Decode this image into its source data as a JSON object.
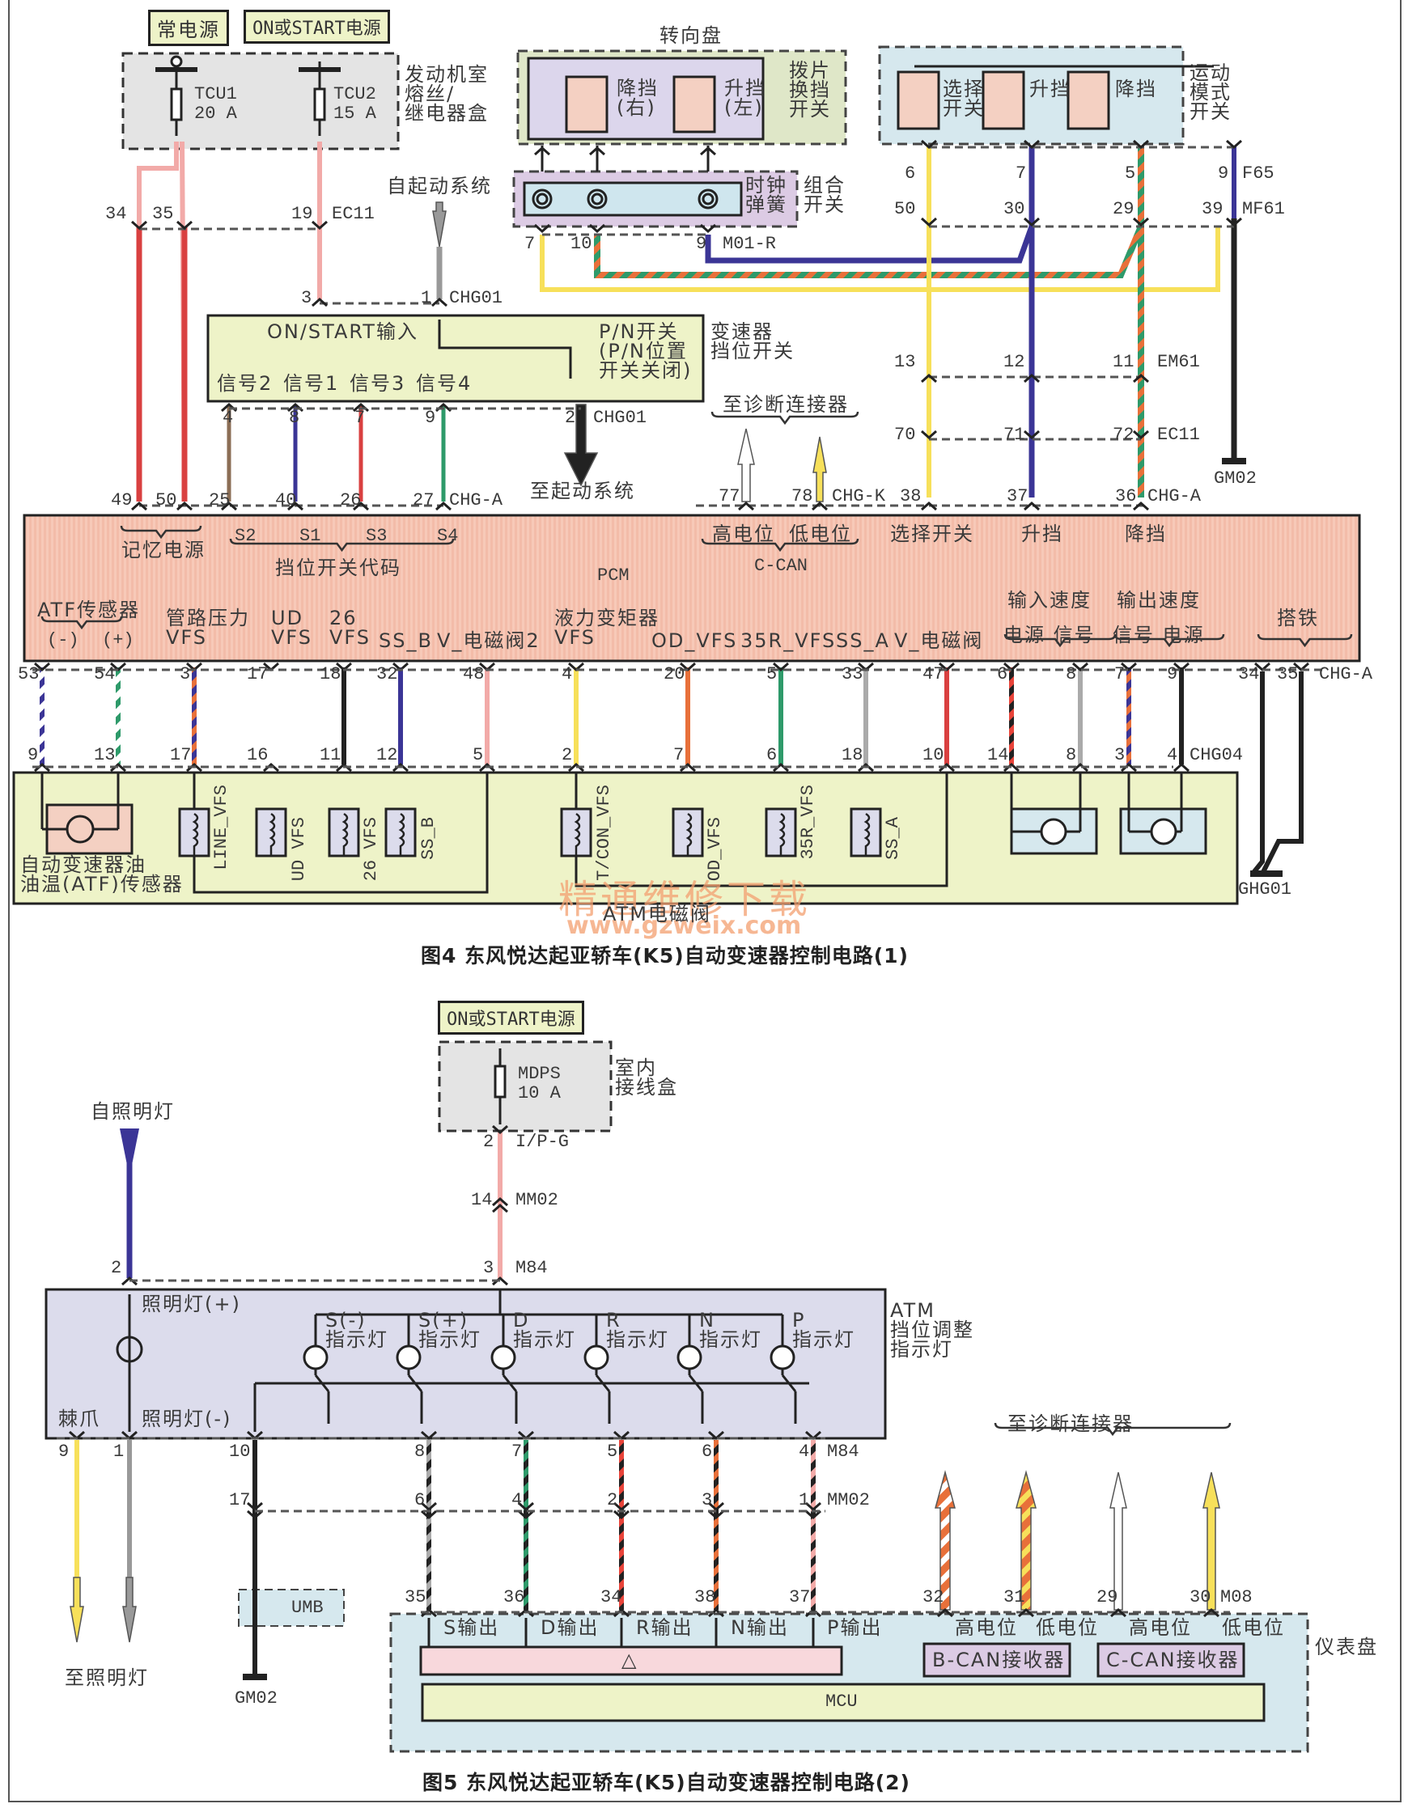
{
  "figure4": {
    "caption": "图4 东风悦达起亚轿车(K5)自动变速器控制电路(1)",
    "sources": {
      "constant": "常电源",
      "on_start": "ON或START电源"
    },
    "engine_fuse_box": {
      "label": "发动机室\n熔丝/\n继电器盒",
      "fuse1": "TCU1\n20 A",
      "fuse2": "TCU2\n15 A"
    },
    "steering_wheel": {
      "title": "转向盘",
      "paddle_label": "拨片\n换挡\n开关",
      "downshift": "降挡\n(右)",
      "upshift": "升挡\n(左)",
      "clock_spring": "时钟\n弹簧",
      "combo_switch": "组合\n开关"
    },
    "sport_mode": {
      "label": "运动\n模式\n开关",
      "select": "选择\n开关",
      "up": "升挡",
      "down": "降挡"
    },
    "self_start": "自起动系统",
    "to_start": "至起动系统",
    "to_diag": "至诊断连接器",
    "range_switch": {
      "title": "变速器\n挡位开关",
      "on_start_input": "ON/START输入",
      "pn_switch": "P/N开关\n(P/N位置\n开关关闭)",
      "signals": [
        "信号2",
        "信号1",
        "信号3",
        "信号4"
      ]
    },
    "pcm": {
      "name": "PCM",
      "memory_power": "记忆电源",
      "switch_codes": [
        "S2",
        "S1",
        "S3",
        "S4"
      ],
      "switch_code_label": "挡位开关代码",
      "can_high": "高电位",
      "can_low": "低电位",
      "c_can": "C-CAN",
      "select_switch": "选择开关",
      "upshift": "升挡",
      "downshift": "降挡",
      "atf_sensor": "ATF传感器",
      "atf_minus": "(-)",
      "atf_plus": "(+)",
      "bottom_labels": [
        "管路压力\nVFS",
        "UD\nVFS",
        "26\nVFS",
        "SS_B",
        "V_电磁阀2",
        "液力变矩器\nVFS",
        "OD_VFS",
        "35R_VFS",
        "SS_A",
        "V_电磁阀"
      ],
      "input_speed": "输入速度",
      "output_speed": "输出速度",
      "input_speed_sub": "电源 信号",
      "output_speed_sub": "信号 电源",
      "ground": "搭铁"
    },
    "connectors": {
      "c34": "34",
      "c35": "35",
      "c19": "19",
      "ec11": "EC11",
      "c3": "3",
      "c1": "1",
      "chg01": "CHG01",
      "c7": "7",
      "c10": "10",
      "c9": "9",
      "m01r": "M01-R",
      "sp6": "6",
      "sp7": "7",
      "sp5": "5",
      "sp9": "9",
      "f65": "F65",
      "sp50": "50",
      "sp30": "30",
      "sp29": "29",
      "sp39": "39",
      "mf61": "MF61",
      "sp13": "13",
      "sp12": "12",
      "sp11": "11",
      "em61": "EM61",
      "sp70": "70",
      "sp71": "71",
      "sp72": "72",
      "ec11b": "EC11",
      "gm02": "GM02",
      "rs4": "4",
      "rs8": "8",
      "rs7": "7",
      "rs9": "9",
      "rs2": "2",
      "chg01b": "CHG01",
      "p49": "49",
      "p50": "50",
      "p25": "25",
      "p40": "40",
      "p26": "26",
      "p27": "27",
      "chga": "CHG-A",
      "p77": "77",
      "p78": "78",
      "chgk": "CHG-K",
      "p38": "38",
      "p37": "37",
      "p36": "36",
      "chga2": "CHG-A",
      "bottom_top": [
        "53",
        "54",
        "3",
        "17",
        "18",
        "32",
        "48",
        "4",
        "20",
        "5",
        "33",
        "47",
        "6",
        "8",
        "7",
        "9",
        "34",
        "35"
      ],
      "chga3": "CHG-A",
      "bottom_low": [
        "9",
        "13",
        "17",
        "16",
        "11",
        "12",
        "5",
        "2",
        "7",
        "6",
        "18",
        "10",
        "14",
        "8",
        "3",
        "4"
      ],
      "chg04": "CHG04",
      "ghg01": "GHG01"
    },
    "solenoids": [
      "LINE_VFS",
      "UD VFS",
      "26 VFS",
      "SS_B",
      "T/CON_VFS",
      "OD_VFS",
      "35R_VFS",
      "SS_A"
    ],
    "atf_temp_sensor": "自动变速器油\n油温(ATF)传感器",
    "atm_solenoid": "ATM电磁阀"
  },
  "watermark": {
    "text": "精通维修下载",
    "url": "www.gzweix.com"
  },
  "figure5": {
    "caption": "图5 东风悦达起亚轿车(K5)自动变速器控制电路(2)",
    "source": "ON或START电源",
    "fuse": "MDPS\n10 A",
    "junction_box": "室内\n接线盒",
    "from_lighting": "自照明灯",
    "to_lighting": "至照明灯",
    "connectors": {
      "c2": "2",
      "ipg": "I/P-G",
      "c14": "14",
      "mm02": "MM02",
      "c2b": "2",
      "c3": "3",
      "m84": "M84",
      "bot": [
        "9",
        "1",
        "10",
        "8",
        "7",
        "5",
        "6",
        "4"
      ],
      "m84b": "M84",
      "mid": [
        "17",
        "6",
        "4",
        "2",
        "3",
        "1"
      ],
      "mm02b": "MM02",
      "cluster": [
        "35",
        "36",
        "34",
        "38",
        "37",
        "32",
        "31",
        "29",
        "30"
      ],
      "m08": "M08",
      "gm02": "GM02",
      "umb": "UMB"
    },
    "indicator": {
      "title": "ATM\n挡位调整\n指示灯",
      "illum_plus": "照明灯(+)",
      "illum_minus": "照明灯(-)",
      "ratchet": "棘爪",
      "lamps": [
        "S(-)\n指示灯",
        "S(+)\n指示灯",
        "D\n指示灯",
        "R\n指示灯",
        "N\n指示灯",
        "P\n指示灯"
      ]
    },
    "cluster": {
      "title": "仪表盘",
      "outputs": [
        "S输出",
        "D输出",
        "R输出",
        "N输出",
        "P输出"
      ],
      "b_can": "B-CAN接收器",
      "c_can": "C-CAN接收器",
      "high": "高电位",
      "low": "低电位",
      "mcu": "MCU",
      "triangle": "△"
    },
    "to_diag": "至诊断连接器"
  }
}
